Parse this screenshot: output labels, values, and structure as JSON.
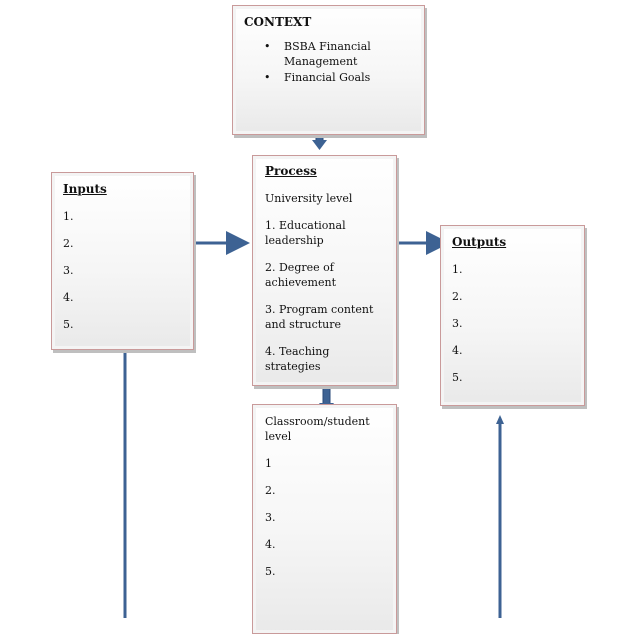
{
  "context": {
    "title": "CONTEXT",
    "items": [
      "BSBA Financial Management",
      "Financial Goals"
    ]
  },
  "process": {
    "title": "Process",
    "lines": [
      "University level",
      "1. Educational leadership",
      "2. Degree of achievement",
      "3. Program content and structure",
      "4. Teaching strategies"
    ]
  },
  "inputs": {
    "title": "Inputs",
    "lines": [
      "1.",
      "2.",
      "3.",
      "4.",
      "5."
    ]
  },
  "outputs": {
    "title": "Outputs",
    "lines": [
      "1.",
      "2.",
      "3.",
      "4.",
      "5."
    ]
  },
  "classroom": {
    "lines": [
      "Classroom/student level",
      "1",
      "2.",
      "3.",
      "4.",
      "5."
    ]
  },
  "colors": {
    "arrow": "#3d6293",
    "arrow_dark": "#2a4a78",
    "box_border": "#c99a9a"
  }
}
